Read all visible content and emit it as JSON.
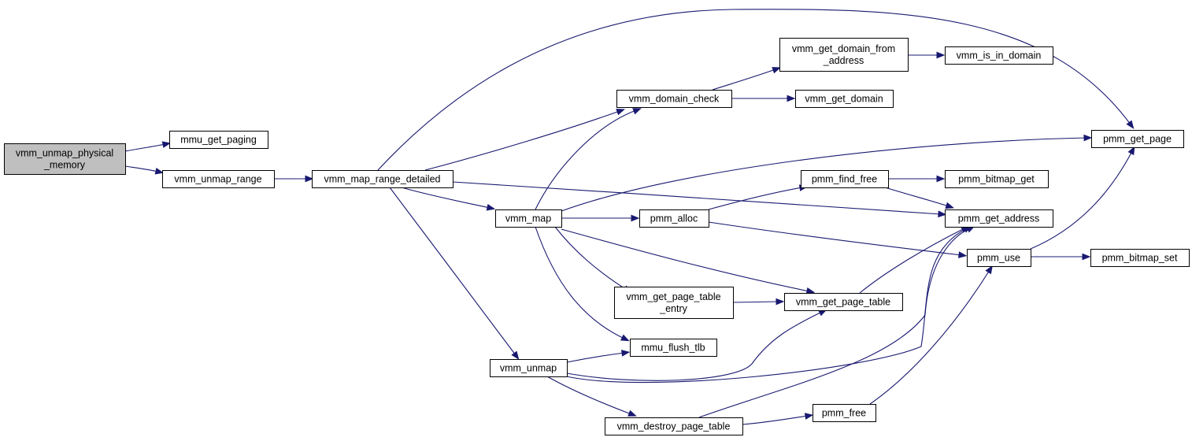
{
  "graph": {
    "root": "vmm_unmap_physical_memory",
    "nodes": [
      {
        "id": "root",
        "lines": [
          "vmm_unmap_physical",
          "_memory"
        ],
        "highlight": true
      },
      {
        "id": "mmu_get_paging",
        "lines": [
          "mmu_get_paging"
        ]
      },
      {
        "id": "vmm_unmap_range",
        "lines": [
          "vmm_unmap_range"
        ]
      },
      {
        "id": "vmm_map_range_detailed",
        "lines": [
          "vmm_map_range_detailed"
        ]
      },
      {
        "id": "vmm_domain_check",
        "lines": [
          "vmm_domain_check"
        ]
      },
      {
        "id": "vmm_get_domain_from_address",
        "lines": [
          "vmm_get_domain_from",
          "_address"
        ]
      },
      {
        "id": "vmm_is_in_domain",
        "lines": [
          "vmm_is_in_domain"
        ]
      },
      {
        "id": "vmm_get_domain",
        "lines": [
          "vmm_get_domain"
        ]
      },
      {
        "id": "pmm_get_page",
        "lines": [
          "pmm_get_page"
        ]
      },
      {
        "id": "vmm_map",
        "lines": [
          "vmm_map"
        ]
      },
      {
        "id": "pmm_find_free",
        "lines": [
          "pmm_find_free"
        ]
      },
      {
        "id": "pmm_bitmap_get",
        "lines": [
          "pmm_bitmap_get"
        ]
      },
      {
        "id": "pmm_alloc",
        "lines": [
          "pmm_alloc"
        ]
      },
      {
        "id": "pmm_get_address",
        "lines": [
          "pmm_get_address"
        ]
      },
      {
        "id": "pmm_use",
        "lines": [
          "pmm_use"
        ]
      },
      {
        "id": "pmm_bitmap_set",
        "lines": [
          "pmm_bitmap_set"
        ]
      },
      {
        "id": "vmm_get_page_table_entry",
        "lines": [
          "vmm_get_page_table",
          "_entry"
        ]
      },
      {
        "id": "vmm_get_page_table",
        "lines": [
          "vmm_get_page_table"
        ]
      },
      {
        "id": "mmu_flush_tlb",
        "lines": [
          "mmu_flush_tlb"
        ]
      },
      {
        "id": "vmm_unmap",
        "lines": [
          "vmm_unmap"
        ]
      },
      {
        "id": "vmm_destroy_page_table",
        "lines": [
          "vmm_destroy_page_table"
        ]
      },
      {
        "id": "pmm_free",
        "lines": [
          "pmm_free"
        ]
      }
    ],
    "edges": [
      {
        "from": "root",
        "to": "mmu_get_paging"
      },
      {
        "from": "root",
        "to": "vmm_unmap_range"
      },
      {
        "from": "vmm_unmap_range",
        "to": "vmm_map_range_detailed"
      },
      {
        "from": "vmm_map_range_detailed",
        "to": "pmm_get_page"
      },
      {
        "from": "vmm_map_range_detailed",
        "to": "vmm_domain_check"
      },
      {
        "from": "vmm_map_range_detailed",
        "to": "pmm_get_address"
      },
      {
        "from": "vmm_map_range_detailed",
        "to": "vmm_map"
      },
      {
        "from": "vmm_map_range_detailed",
        "to": "vmm_unmap"
      },
      {
        "from": "vmm_domain_check",
        "to": "vmm_get_domain_from_address"
      },
      {
        "from": "vmm_domain_check",
        "to": "vmm_get_domain"
      },
      {
        "from": "vmm_get_domain_from_address",
        "to": "vmm_is_in_domain"
      },
      {
        "from": "vmm_map",
        "to": "vmm_domain_check"
      },
      {
        "from": "vmm_map",
        "to": "pmm_get_page"
      },
      {
        "from": "vmm_map",
        "to": "pmm_alloc"
      },
      {
        "from": "vmm_map",
        "to": "vmm_get_page_table_entry"
      },
      {
        "from": "vmm_map",
        "to": "vmm_get_page_table"
      },
      {
        "from": "vmm_map",
        "to": "mmu_flush_tlb"
      },
      {
        "from": "pmm_alloc",
        "to": "pmm_find_free"
      },
      {
        "from": "pmm_alloc",
        "to": "pmm_use"
      },
      {
        "from": "pmm_find_free",
        "to": "pmm_bitmap_get"
      },
      {
        "from": "pmm_find_free",
        "to": "pmm_get_address"
      },
      {
        "from": "pmm_use",
        "to": "pmm_get_page"
      },
      {
        "from": "pmm_use",
        "to": "pmm_bitmap_set"
      },
      {
        "from": "vmm_get_page_table_entry",
        "to": "vmm_get_page_table"
      },
      {
        "from": "vmm_get_page_table",
        "to": "pmm_get_address"
      },
      {
        "from": "vmm_unmap",
        "to": "mmu_flush_tlb"
      },
      {
        "from": "vmm_unmap",
        "to": "vmm_get_page_table"
      },
      {
        "from": "vmm_unmap",
        "to": "pmm_get_address"
      },
      {
        "from": "vmm_unmap",
        "to": "vmm_destroy_page_table"
      },
      {
        "from": "vmm_destroy_page_table",
        "to": "pmm_free"
      },
      {
        "from": "vmm_destroy_page_table",
        "to": "pmm_get_address"
      },
      {
        "from": "pmm_free",
        "to": "pmm_use"
      }
    ]
  },
  "colors": {
    "edge": "#191970",
    "node_fill": "#ffffff",
    "root_fill": "#bfbfbf",
    "node_stroke": "#000000"
  }
}
